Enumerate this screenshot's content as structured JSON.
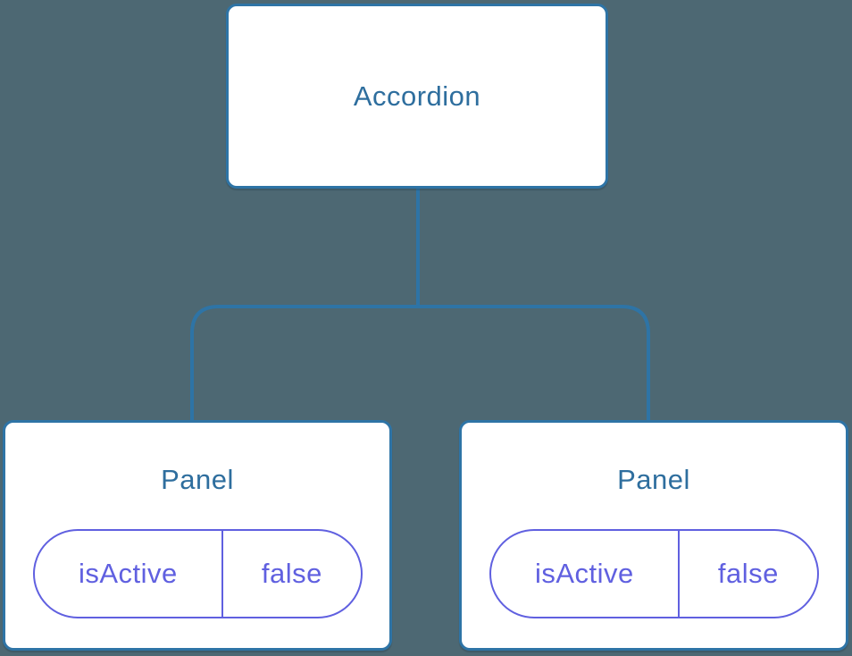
{
  "colors": {
    "canvas-bg": "#4D6873",
    "node-bg": "#FFFFFF",
    "node-border": "#2E74A6",
    "node-text": "#2E6E9E",
    "connector": "#2E74A6",
    "state-accent": "#6060E0"
  },
  "tree": {
    "root": {
      "label": "Accordion"
    },
    "children": [
      {
        "label": "Panel",
        "state": {
          "name": "isActive",
          "value": "false"
        }
      },
      {
        "label": "Panel",
        "state": {
          "name": "isActive",
          "value": "false"
        }
      }
    ]
  }
}
